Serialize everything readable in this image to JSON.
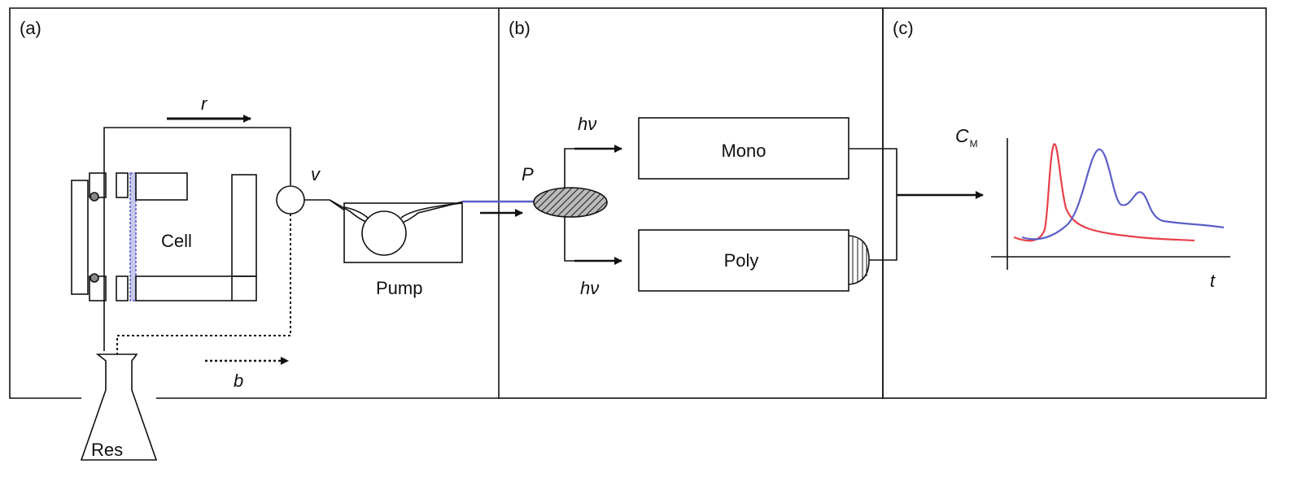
{
  "panels": {
    "a": "(a)",
    "b": "(b)",
    "c": "(c)"
  },
  "panel_a": {
    "flow_r": "r",
    "flow_b": "b",
    "valve": "v",
    "cell": "Cell",
    "pump": "Pump",
    "reservoir": "Res"
  },
  "panel_b": {
    "pressure": "P",
    "light_top": "hν",
    "light_bottom": "hν",
    "mono": "Mono",
    "poly": "Poly"
  },
  "panel_c": {
    "y_label_main": "C",
    "y_label_sub": "M",
    "x_label": "t"
  },
  "colors": {
    "red_curve": "#e8404a",
    "blue_curve": "#5a5fc8",
    "line": "#111111"
  }
}
